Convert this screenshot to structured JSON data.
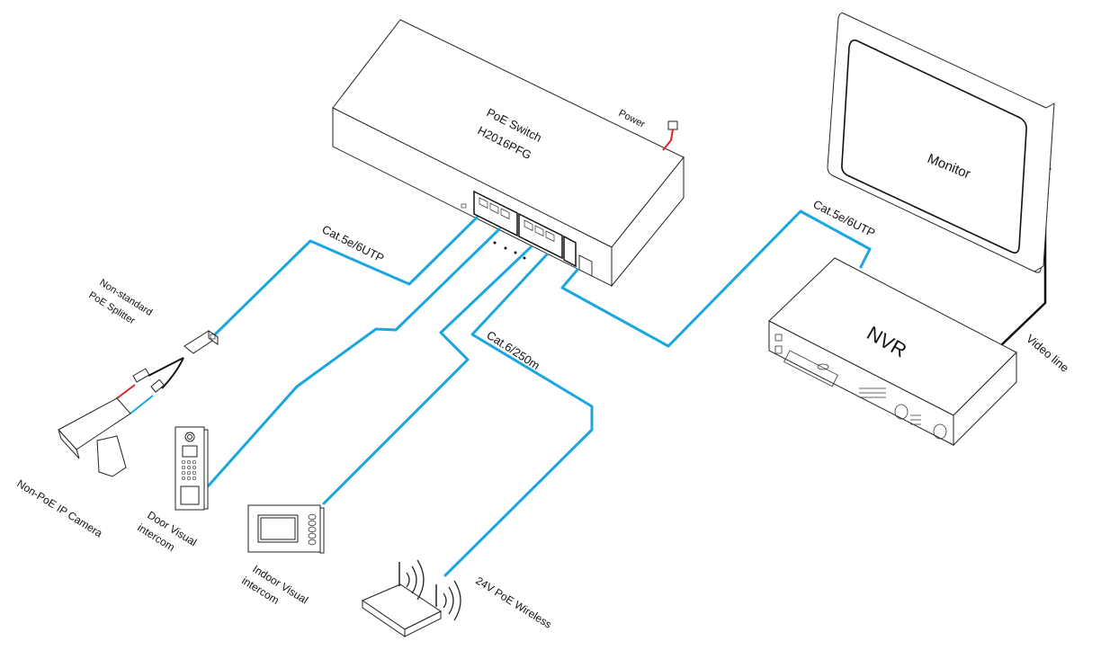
{
  "colors": {
    "cable": "#1ba6e0",
    "power_wire": "#e02020",
    "video_wire": "#111111",
    "outline": "#222222"
  },
  "devices": {
    "switch": {
      "line1": "PoE Switch",
      "line2": "H2016PFG"
    },
    "power": "Power",
    "monitor": "Monitor",
    "nvr": "NVR",
    "splitter": {
      "line1": "Non-standard",
      "line2": "PoE Splitter"
    },
    "camera": "Non-PoE IP Camera",
    "door_intercom": {
      "line1": "Door Visual",
      "line2": "intercom"
    },
    "indoor_intercom": {
      "line1": "Indoor Visual",
      "line2": "intercom"
    },
    "wireless": "24V PoE Wireless"
  },
  "cables": {
    "switch_to_splitter": "Cat.5e/6UTP",
    "switch_to_nvr": "Cat.5e/6UTP",
    "switch_to_wireless": "Cat.6/250m",
    "nvr_to_monitor": "Video line"
  }
}
